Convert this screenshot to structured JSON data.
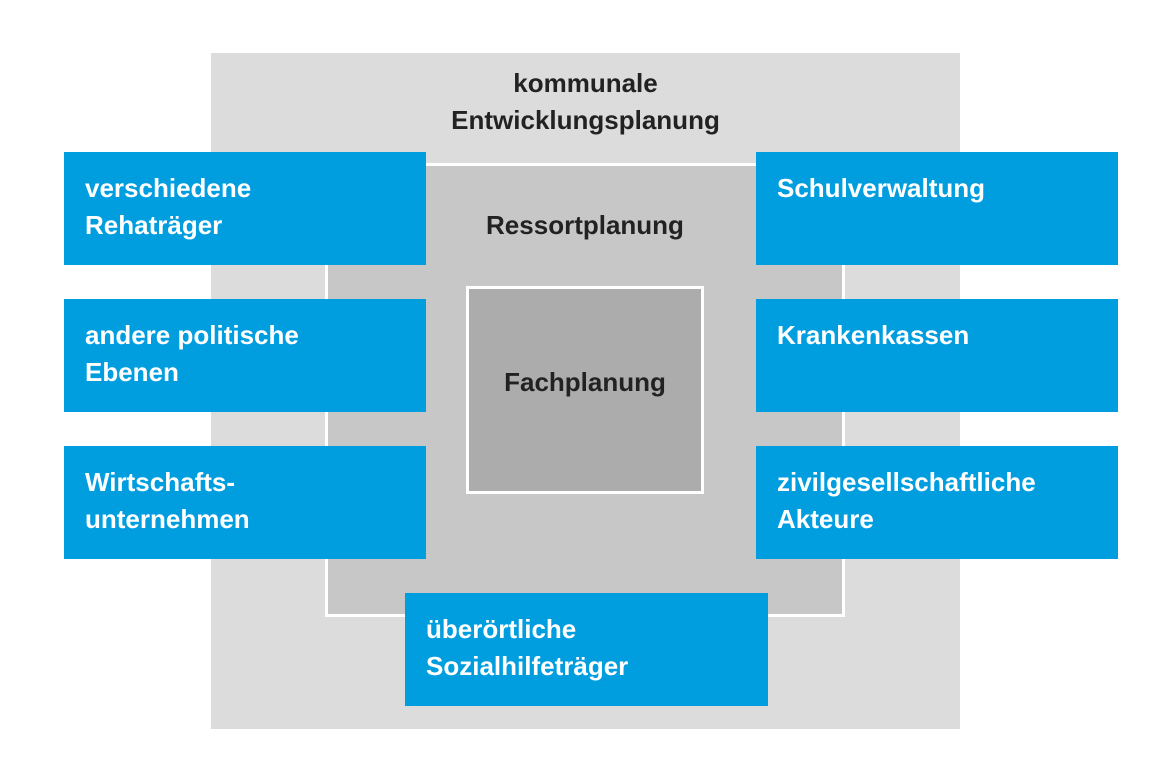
{
  "colors": {
    "outer_fill": "#dcdcdd",
    "middle_fill": "#c7c7c8",
    "inner_fill": "#acacad",
    "actor_fill": "#009ddf",
    "divider": "#ffffff"
  },
  "levels": {
    "outer": {
      "line1": "kommunale",
      "line2": "Entwicklungsplanung"
    },
    "middle": {
      "label": "Ressortplanung"
    },
    "inner": {
      "label": "Fachplanung"
    }
  },
  "actors": {
    "rehatraeger": {
      "line1": "verschiedene",
      "line2": "Rehaträger"
    },
    "politische_ebenen": {
      "line1": "andere politische",
      "line2": "Ebenen"
    },
    "wirtschaft": {
      "line1": "Wirtschafts-",
      "line2": "unternehmen"
    },
    "schulverwaltung": {
      "line1": "Schulverwaltung"
    },
    "krankenkassen": {
      "line1": "Krankenkassen"
    },
    "zivilgesellschaft": {
      "line1": "zivilgesellschaftliche",
      "line2": "Akteure"
    },
    "sozialhilfe": {
      "line1": "überörtliche",
      "line2": "Sozialhilfeträger"
    }
  }
}
